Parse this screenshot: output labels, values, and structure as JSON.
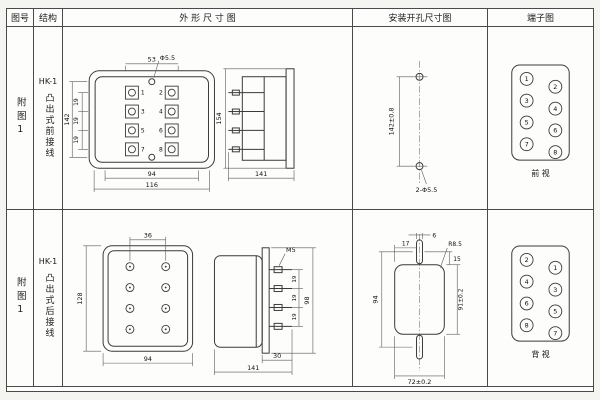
{
  "header": {
    "figure_no": "图号",
    "structure": "结构",
    "outline": "外 形 尺 寸 图",
    "mounting": "安装开孔尺寸图",
    "terminal": "端子图"
  },
  "rows": [
    {
      "figure_label": "附图1",
      "model": "HK-1",
      "structure": "凸出式前接线",
      "outline": {
        "top_span": "53",
        "top_hole": "Φ5.5",
        "height": "142",
        "row_gap": "19",
        "terminals": [
          "1",
          "2",
          "3",
          "4",
          "5",
          "6",
          "7",
          "8"
        ],
        "inner_width": "94",
        "outer_width": "116",
        "side_height": "154",
        "side_depth": "141"
      },
      "mounting": {
        "spacing": "142±0.8",
        "holes": "2-Φ5.5"
      },
      "terminal_view": {
        "left": [
          "1",
          "3",
          "5",
          "7"
        ],
        "right": [
          "2",
          "4",
          "6",
          "8"
        ],
        "label": "前 视"
      }
    },
    {
      "figure_label": "附图1",
      "model": "HK-1",
      "structure": "凸出式后接线",
      "outline": {
        "top_span": "36",
        "height": "128",
        "width": "94",
        "screw": "M5",
        "side_height": "98",
        "row_gap": "19",
        "stud_len": "30",
        "side_depth": "141"
      },
      "mounting": {
        "slot_offset": "17",
        "slot_width": "6",
        "corner_offset": "15",
        "v_spacing": "94",
        "corner_radius": "R8.5",
        "cutout_height": "91±0.2",
        "h_spacing": "72±0.2"
      },
      "terminal_view": {
        "left": [
          "2",
          "4",
          "6",
          "8"
        ],
        "right": [
          "1",
          "3",
          "5",
          "7"
        ],
        "label": "背 视"
      }
    }
  ]
}
